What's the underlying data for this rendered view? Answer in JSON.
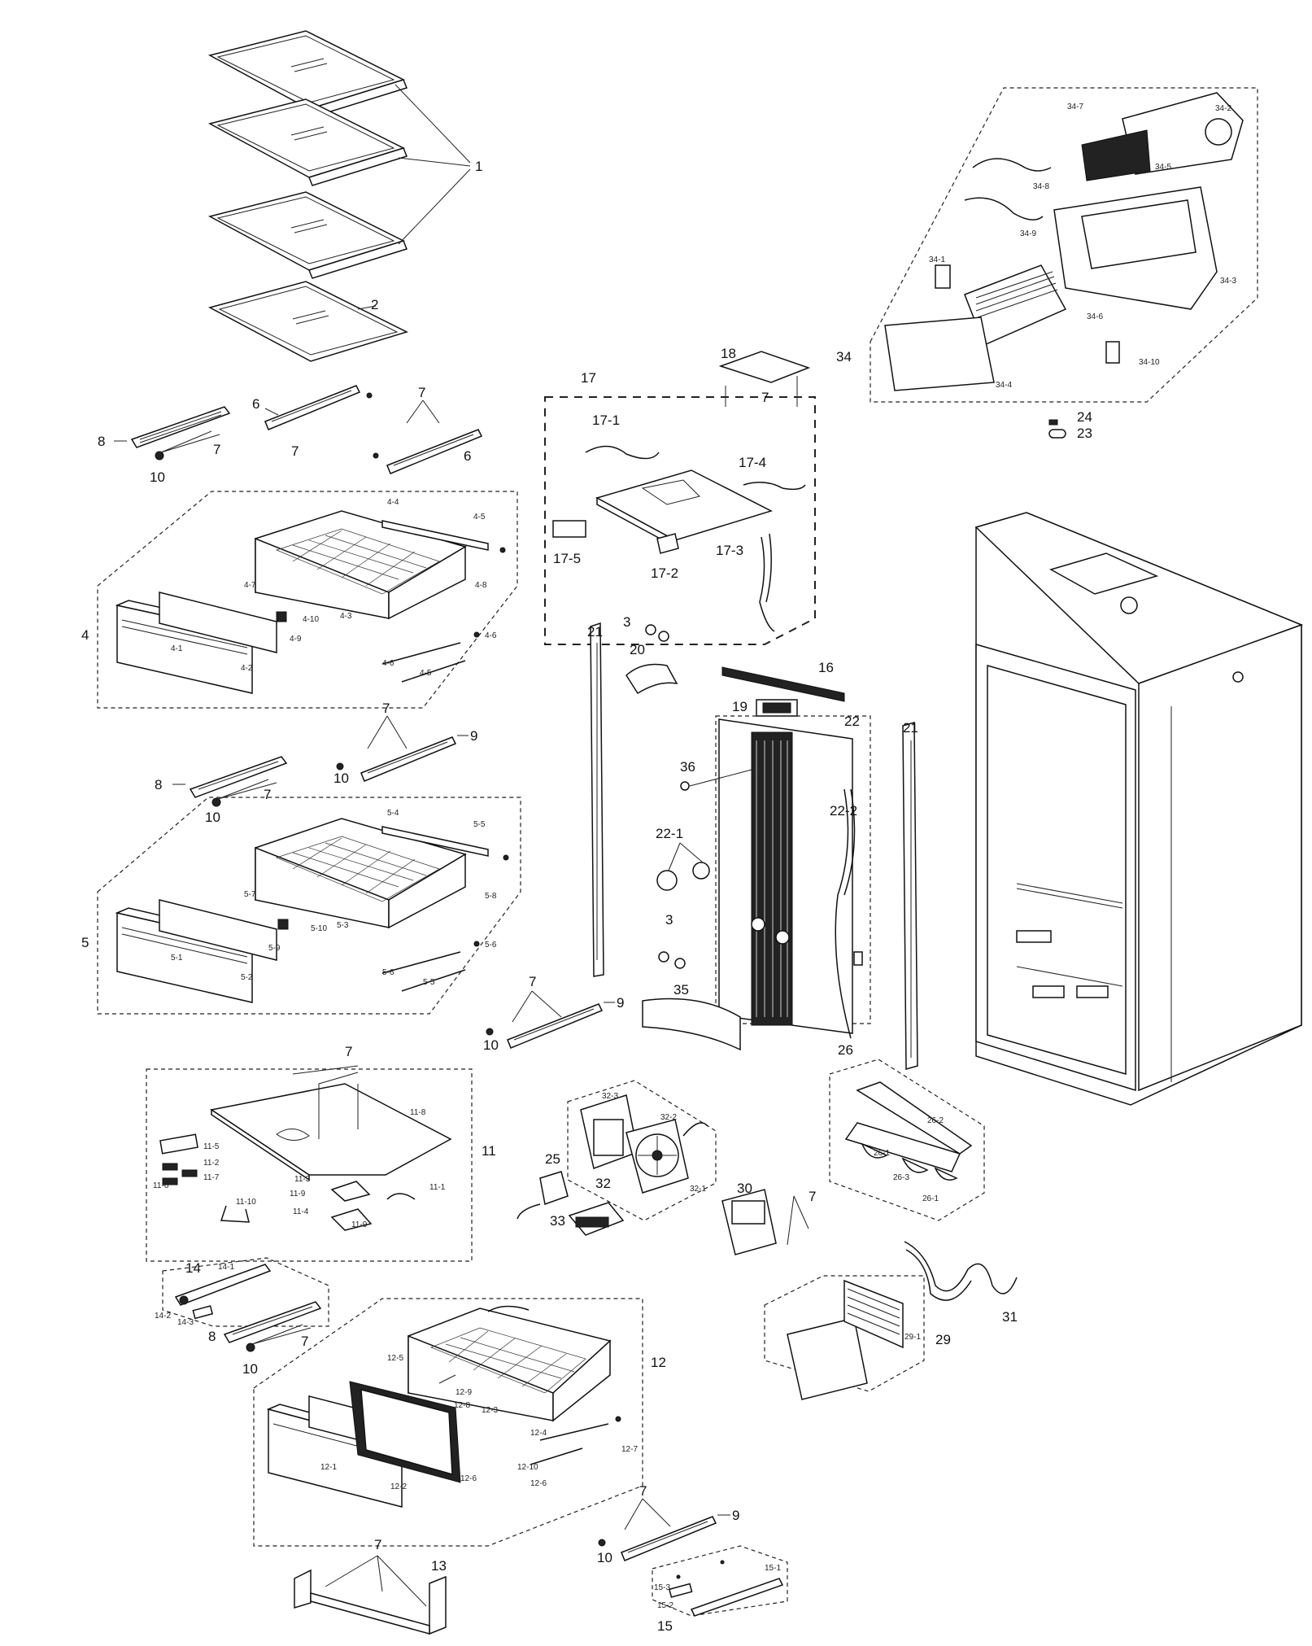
{
  "callouts": {
    "c1": "1",
    "c2": "2",
    "c3a": "3",
    "c3b": "3",
    "c4": "4",
    "c5": "5",
    "c6a": "6",
    "c6b": "6",
    "c7a": "7",
    "c7b": "7",
    "c7c": "7",
    "c7d": "7",
    "c7e": "7",
    "c7f": "7",
    "c7g": "7",
    "c7h": "7",
    "c7i": "7",
    "c7j": "7",
    "c7k": "7",
    "c7l": "7",
    "c8a": "8",
    "c8b": "8",
    "c8c": "8",
    "c9a": "9",
    "c9b": "9",
    "c9c": "9",
    "c10a": "10",
    "c10b": "10",
    "c10c": "10",
    "c10d": "10",
    "c10e": "10",
    "c11": "11",
    "c12": "12",
    "c13": "13",
    "c14": "14",
    "c15": "15",
    "c16": "16",
    "c17": "17",
    "c17_1": "17-1",
    "c17_2": "17-2",
    "c17_3": "17-3",
    "c17_4": "17-4",
    "c17_5": "17-5",
    "c18": "18",
    "c19": "19",
    "c20": "20",
    "c21a": "21",
    "c21b": "21",
    "c22": "22",
    "c22_1": "22-1",
    "c22_2": "22-2",
    "c23": "23",
    "c24": "24",
    "c25": "25",
    "c26": "26",
    "c29": "29",
    "c30": "30",
    "c31": "31",
    "c32": "32",
    "c33": "33",
    "c34": "34",
    "c35": "35",
    "c36": "36"
  },
  "small_labels": {
    "s4_1": "4-1",
    "s4_2": "4-2",
    "s4_3": "4-3",
    "s4_4": "4-4",
    "s4_5": "4-5",
    "s4_5b": "4-5",
    "s4_6": "4-6",
    "s4_6b": "4-6",
    "s4_7": "4-7",
    "s4_8": "4-8",
    "s4_9": "4-9",
    "s4_10": "4-10",
    "s5_1": "5-1",
    "s5_2": "5-2",
    "s5_3": "5-3",
    "s5_4": "5-4",
    "s5_5": "5-5",
    "s5_5b": "5-5",
    "s5_6": "5-6",
    "s5_6b": "5-6",
    "s5_7": "5-7",
    "s5_8": "5-8",
    "s5_9": "5-9",
    "s5_10": "5-10",
    "s11_1": "11-1",
    "s11_2": "11-2",
    "s11_3": "11-3",
    "s11_4": "11-4",
    "s11_5": "11-5",
    "s11_6": "11-6",
    "s11_7": "11-7",
    "s11_8": "11-8",
    "s11_9": "11-9",
    "s11_9b": "11-9",
    "s11_10": "11-10",
    "s12_1": "12-1",
    "s12_2": "12-2",
    "s12_3": "12-3",
    "s12_4": "12-4",
    "s12_5": "12-5",
    "s12_6": "12-6",
    "s12_6b": "12-6",
    "s12_7": "12-7",
    "s12_8": "12-8",
    "s12_9": "12-9",
    "s12_10": "12-10",
    "s14_1": "14-1",
    "s14_2": "14-2",
    "s14_3": "14-3",
    "s15_1": "15-1",
    "s15_2": "15-2",
    "s15_3": "15-3",
    "s26_1": "26-1",
    "s26_1b": "26-1",
    "s26_2": "26-2",
    "s26_3": "26-3",
    "s29_1": "29-1",
    "s32_1": "32-1",
    "s32_2": "32-2",
    "s32_3": "32-3",
    "s34_1": "34-1",
    "s34_2": "34-2",
    "s34_3": "34-3",
    "s34_4": "34-4",
    "s34_5": "34-5",
    "s34_6": "34-6",
    "s34_7": "34-7",
    "s34_8": "34-8",
    "s34_9": "34-9",
    "s34_10": "34-10"
  }
}
